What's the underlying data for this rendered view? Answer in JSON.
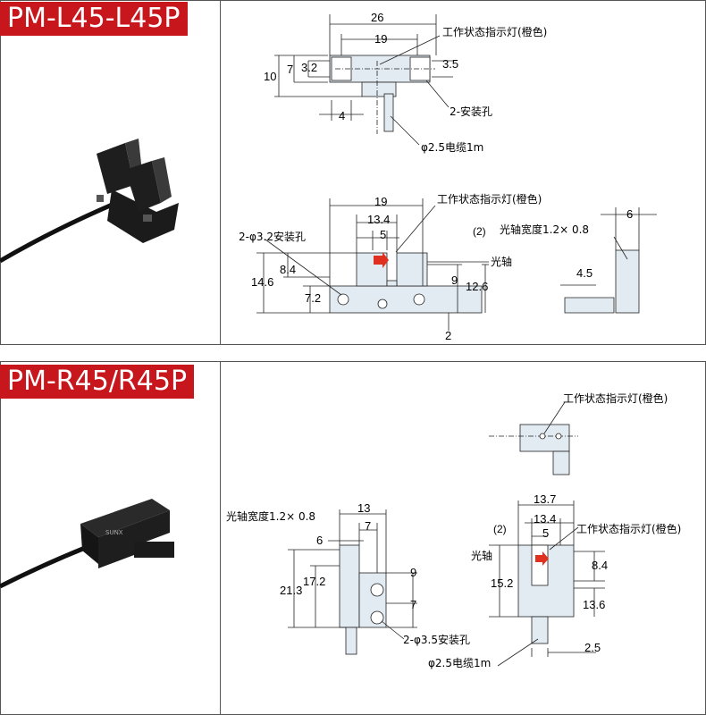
{
  "sections": [
    {
      "title": "PM-L45-L45P",
      "top": {
        "width": "26",
        "pitch": "19",
        "h_total": "10",
        "h_slot": "7",
        "hole_h": "3.2",
        "hole_r": "3.5",
        "hole_w": "4",
        "indicator": "工作状态指示灯(橙色)",
        "mount": "2-安装孔",
        "cable": "φ2.5电缆1m"
      },
      "front": {
        "width": "19",
        "span": "13.4",
        "gap": "5",
        "gap_side": "(2)",
        "indicator": "工作状态指示灯(橙色)",
        "mount": "2-φ3.2安装孔",
        "axis": "光轴",
        "h_total": "14.6",
        "h_upper": "8.4",
        "h_lower": "7.2",
        "h_slot": "9",
        "h_right": "12.6",
        "bottom": "2"
      },
      "side": {
        "beam": "光轴宽度1.2× 0.8",
        "w": "6",
        "h": "4.5"
      }
    },
    {
      "title": "PM-R45/R45P",
      "top": {
        "indicator": "工作状态指示灯(橙色)"
      },
      "left": {
        "beam": "光轴宽度1.2× 0.8",
        "width": "13",
        "inner": "7",
        "w_small": "6",
        "h_total": "21.3",
        "h_mid": "17.2",
        "h_9": "9",
        "h_7": "7",
        "mount": "2-φ3.5安装孔"
      },
      "right": {
        "width": "13.7",
        "span": "13.4",
        "gap": "5",
        "gap_side": "(2)",
        "axis": "光轴",
        "indicator": "工作状态指示灯(橙色)",
        "h_left": "15.2",
        "h_right": "8.4",
        "h_bottom": "13.6",
        "bottom": "2.5",
        "cable": "φ2.5电缆1m"
      }
    }
  ],
  "colors": {
    "accent": "#c8161d",
    "part_fill": "#e2ebf2",
    "indicator": "#e03020"
  }
}
